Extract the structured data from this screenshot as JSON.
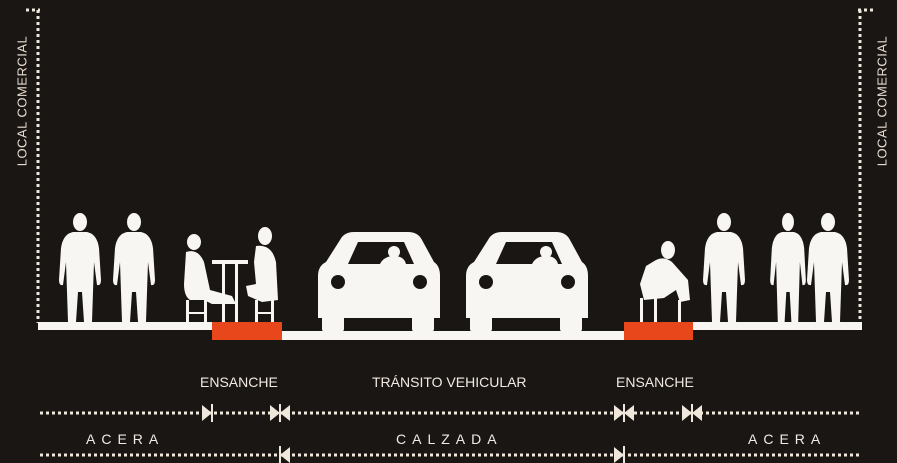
{
  "labels": {
    "local_left": "LOCAL COMERCIAL",
    "local_right": "LOCAL COMERCIAL",
    "ensanche_left": "ENSANCHE",
    "transito": "TRÁNSITO VEHICULAR",
    "ensanche_right": "ENSANCHE",
    "acera_left": "ACERA",
    "calzada": "CALZADA",
    "acera_right": "ACERA"
  },
  "colors": {
    "background": "#1a1614",
    "figure": "#f8f6f3",
    "accent": "#e8471c",
    "dotted": "#efe6dc"
  }
}
